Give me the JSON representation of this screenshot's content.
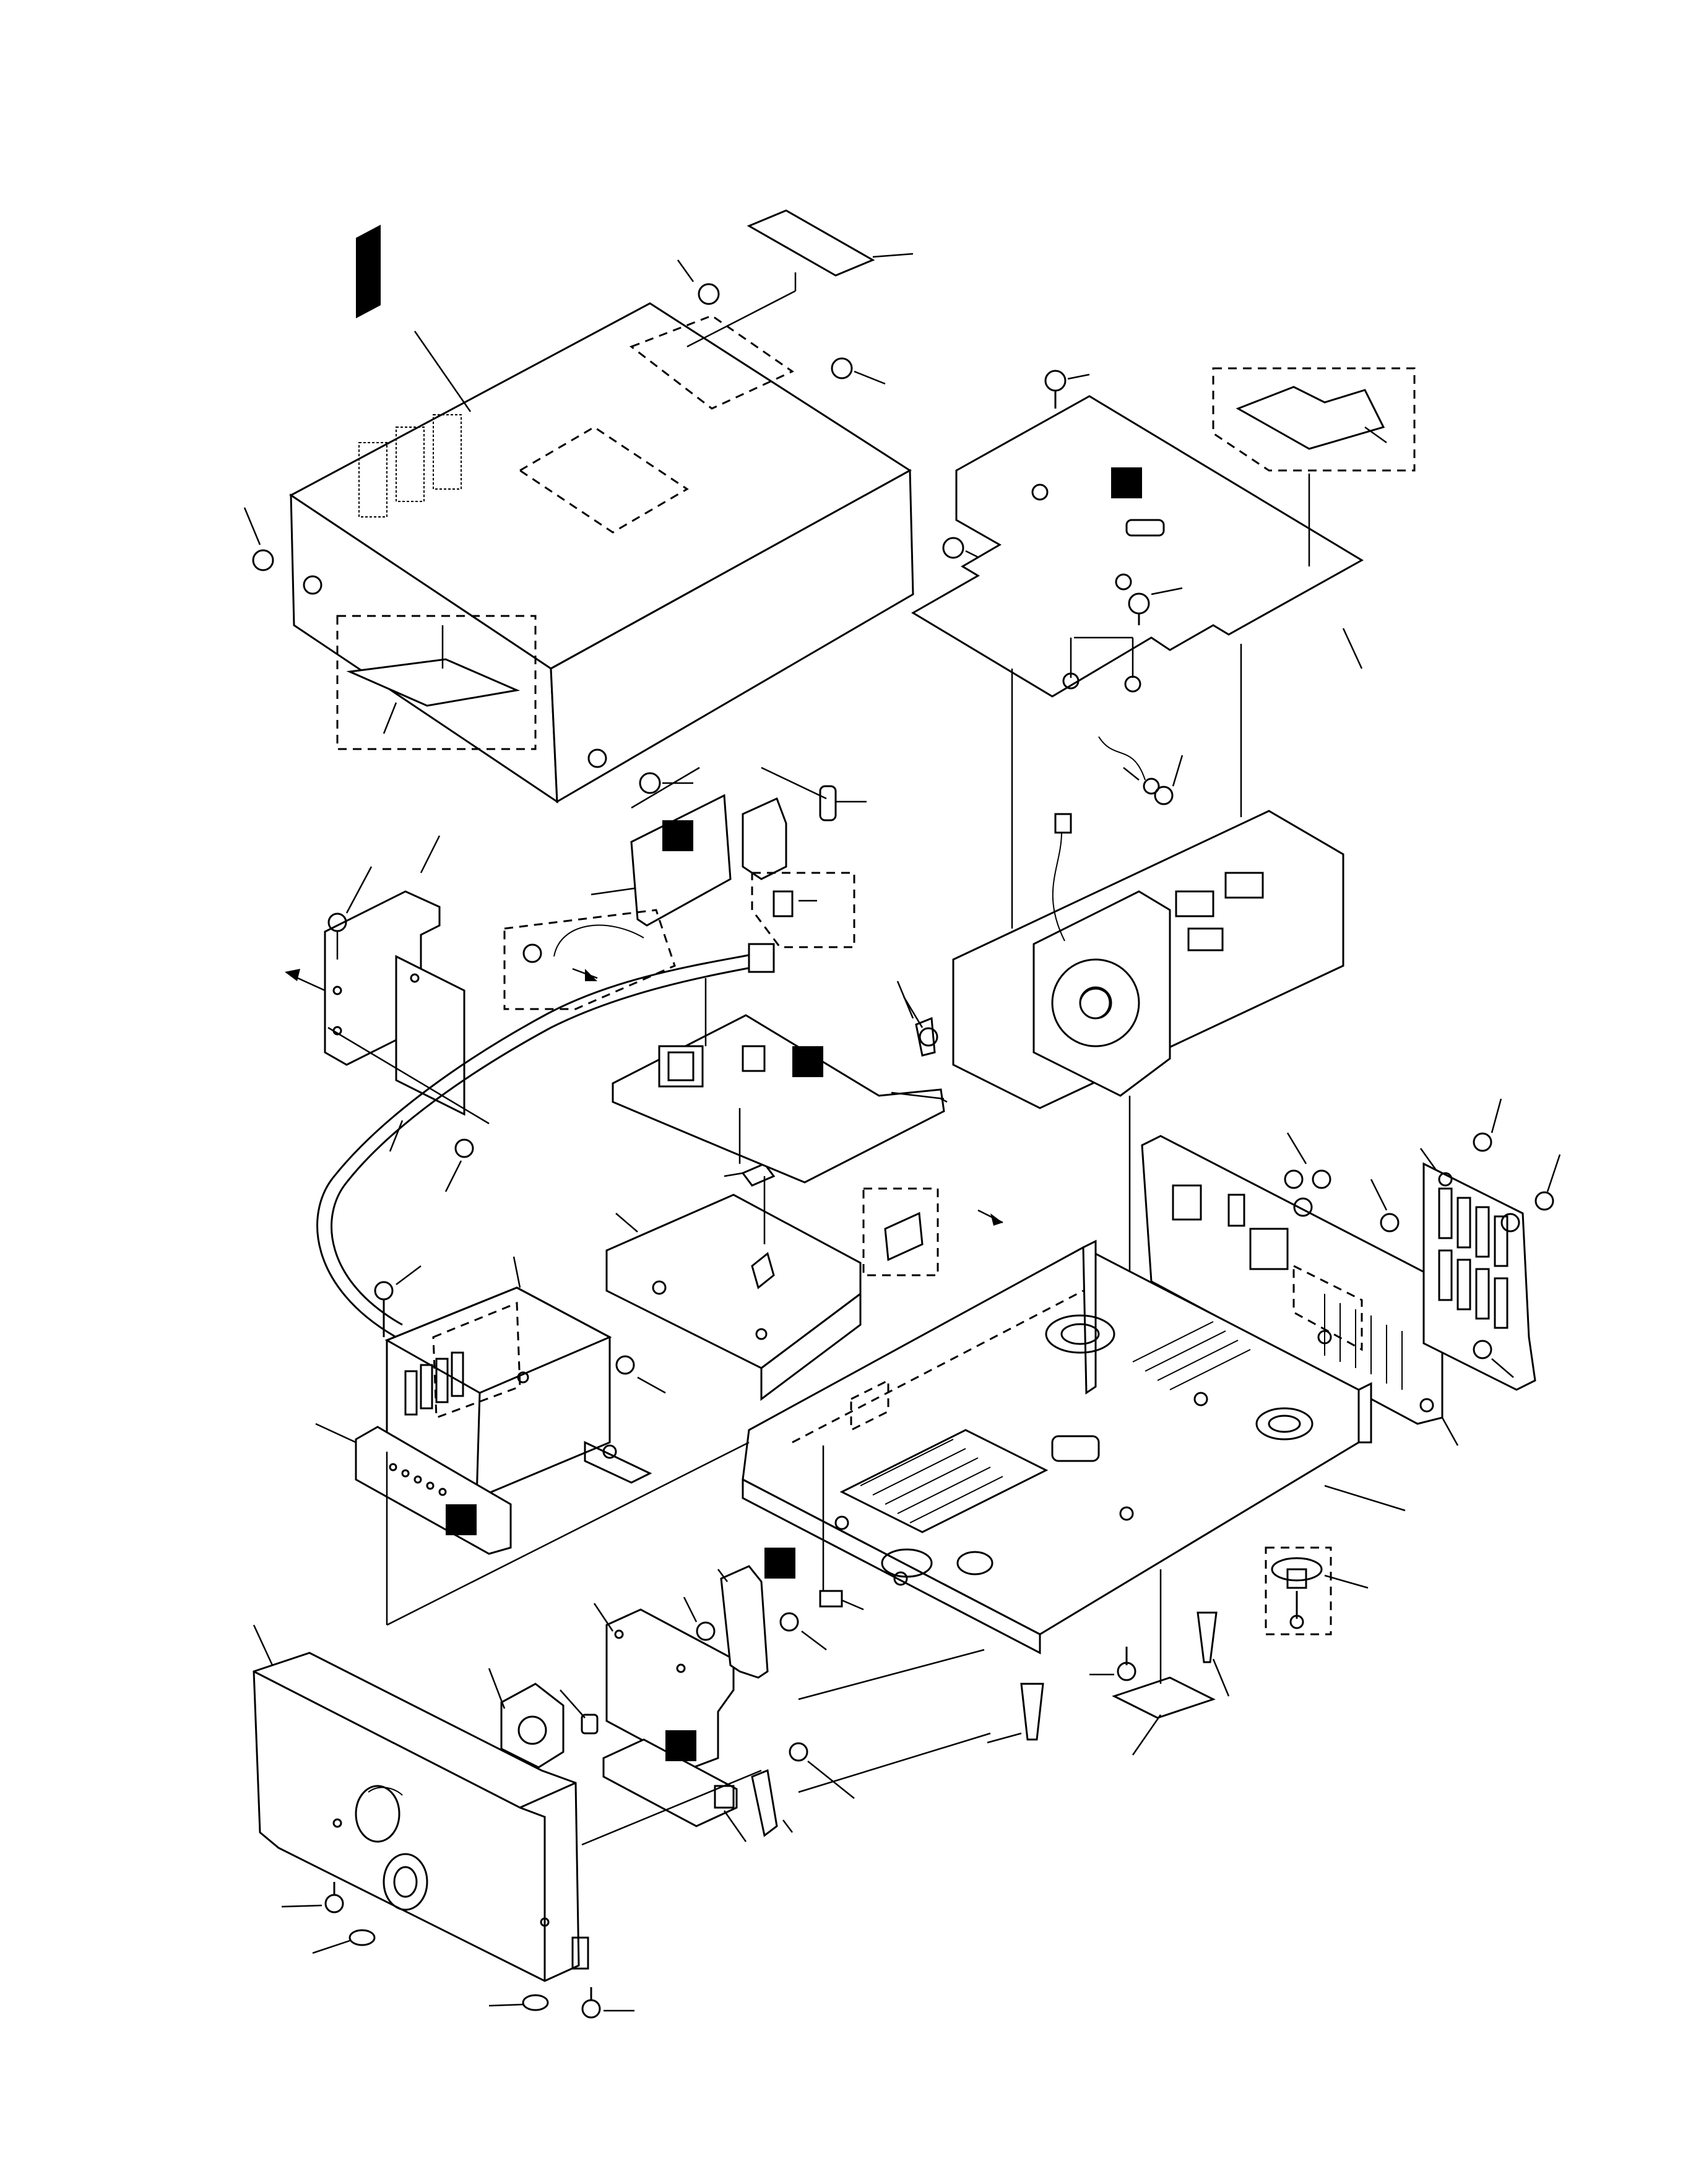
{
  "colors": {
    "ink": "#000000",
    "paper": "#ffffff"
  },
  "diagram": {
    "type": "exploded-view",
    "components": [
      "top-cover",
      "cover-screw",
      "label-sheet",
      "main-pcb-assembly",
      "fan-drive-assembly",
      "rear-panel",
      "rear-grille",
      "bottom-chassis",
      "power-transformer",
      "power-pcb",
      "shield-plate",
      "inlet-bracket",
      "fuse-holder-pcb",
      "front-panel",
      "front-pcb",
      "foot-assembly",
      "pcb-support",
      "wire-harness"
    ],
    "callout_markers": 7
  }
}
